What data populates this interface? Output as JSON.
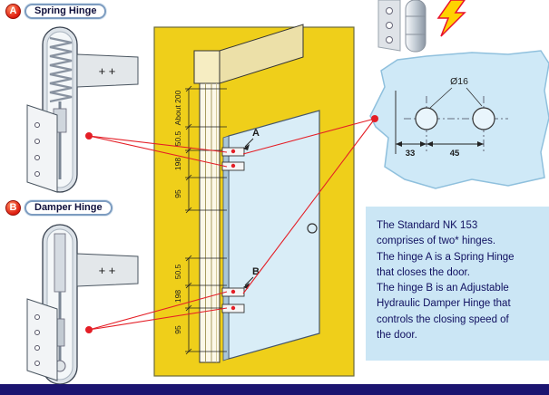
{
  "hinge_a": {
    "letter": "A",
    "name": "Spring Hinge",
    "plate_marks": "+  +"
  },
  "hinge_b": {
    "letter": "B",
    "name": "Damper Hinge",
    "plate_marks": "+  +"
  },
  "door_diagram": {
    "marker_a": "A",
    "marker_b": "B",
    "dims_top": [
      "About 200",
      "50.5",
      "198",
      "95"
    ],
    "dims_bottom": [
      "50.5",
      "198",
      "95"
    ]
  },
  "detail_view": {
    "diameter": "Ø16",
    "dim_edge_to_hole": "33",
    "dim_hole_to_hole": "45"
  },
  "description": {
    "lines": [
      "The Standard NK 153",
      "comprises of two* hinges.",
      "The hinge A is a Spring Hinge",
      "that closes the door.",
      "The hinge B is an Adjustable",
      "Hydraulic Damper Hinge that",
      "controls the closing speed of",
      "the door."
    ]
  },
  "colors": {
    "panel_yellow": "#EFCF1A",
    "info_blue": "#CBE6F5",
    "accent_red": "#E41E26",
    "navy_text": "#101060",
    "footer_navy": "#1B1470",
    "door_glass": "#D9EDF7"
  }
}
